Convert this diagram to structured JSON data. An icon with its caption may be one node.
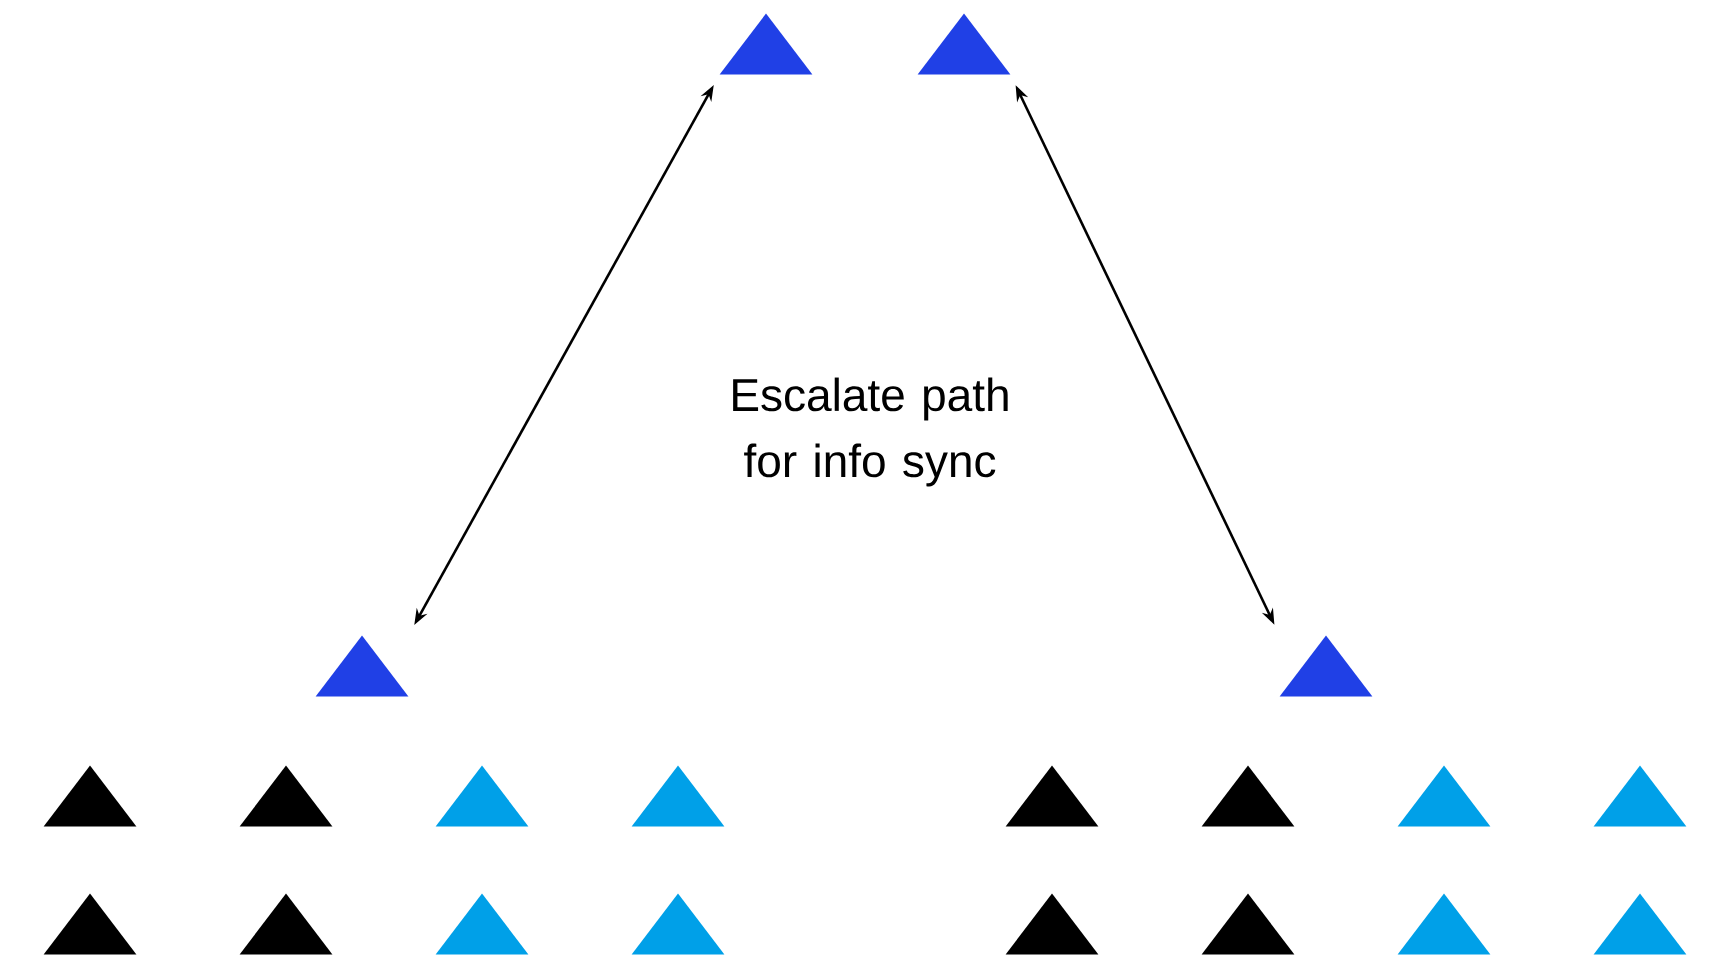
{
  "diagram": {
    "nodes": [
      {
        "text": [],
        "shape": "triangle"
      },
      {
        "text": [],
        "shape": "triangle"
      },
      {
        "text": [],
        "shape": "triangle"
      },
      {
        "text": [],
        "shape": "triangle"
      },
      {
        "text": [],
        "shape": "triangle"
      },
      {
        "text": [],
        "shape": "triangle"
      },
      {
        "text": [],
        "shape": "triangle"
      },
      {
        "text": [],
        "shape": "triangle"
      },
      {
        "text": [],
        "shape": "triangle"
      },
      {
        "text": [],
        "shape": "triangle"
      },
      {
        "text": [],
        "shape": "triangle"
      },
      {
        "text": [],
        "shape": "triangle"
      },
      {
        "text": [],
        "shape": "triangle"
      },
      {
        "text": [],
        "shape": "triangle"
      },
      {
        "text": [],
        "shape": "triangle"
      },
      {
        "text": [],
        "shape": "triangle"
      },
      {
        "text": [],
        "shape": "triangle"
      },
      {
        "text": [],
        "shape": "triangle"
      },
      {
        "text": [],
        "shape": "triangle"
      },
      {
        "text": [],
        "shape": "triangle"
      }
    ],
    "edges": [
      {
        "from": 0,
        "to": 2,
        "arrow": "both"
      },
      {
        "from": 1,
        "to": 3,
        "arrow": "both"
      }
    ],
    "labels": [
      "Escalate path for info sync"
    ]
  }
}
